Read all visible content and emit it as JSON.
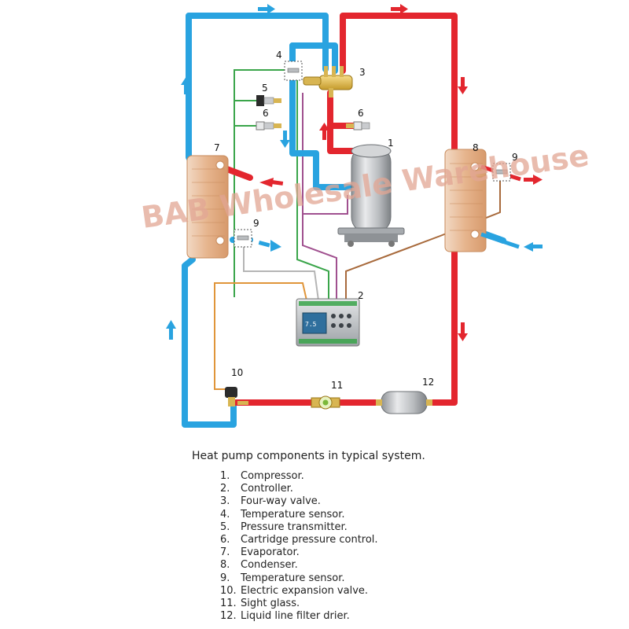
{
  "watermark": "BAB Wholesale Warehouse",
  "component_numbers": {
    "n1": "1",
    "n2": "2",
    "n3": "3",
    "n4": "4",
    "n5": "5",
    "n6a": "6",
    "n6b": "6",
    "n7": "7",
    "n8": "8",
    "n9a": "9",
    "n9b": "9",
    "n10": "10",
    "n11": "11",
    "n12": "12"
  },
  "controller_display": "7.5",
  "legend": {
    "title": "Heat pump components in typical system.",
    "items": [
      {
        "n": "1.",
        "label": "Compressor."
      },
      {
        "n": "2.",
        "label": "Controller."
      },
      {
        "n": "3.",
        "label": "Four-way valve."
      },
      {
        "n": "4.",
        "label": "Temperature sensor."
      },
      {
        "n": "5.",
        "label": "Pressure transmitter."
      },
      {
        "n": "6.",
        "label": "Cartridge pressure control."
      },
      {
        "n": "7.",
        "label": "Evaporator."
      },
      {
        "n": "8.",
        "label": "Condenser."
      },
      {
        "n": "9.",
        "label": "Temperature sensor."
      },
      {
        "n": "10.",
        "label": "Electric expansion valve."
      },
      {
        "n": "11.",
        "label": "Sight glass."
      },
      {
        "n": "12.",
        "label": "Liquid line filter drier."
      }
    ]
  },
  "colors": {
    "cold_pipe": "#29a3e0",
    "hot_pipe": "#e3262e",
    "sensor_wire": "#3aa54a",
    "signal_wire": "#a0508f",
    "brown_wire": "#a86a3c",
    "orange_wire": "#e0953a",
    "gray_wire": "#b5b5b5"
  }
}
